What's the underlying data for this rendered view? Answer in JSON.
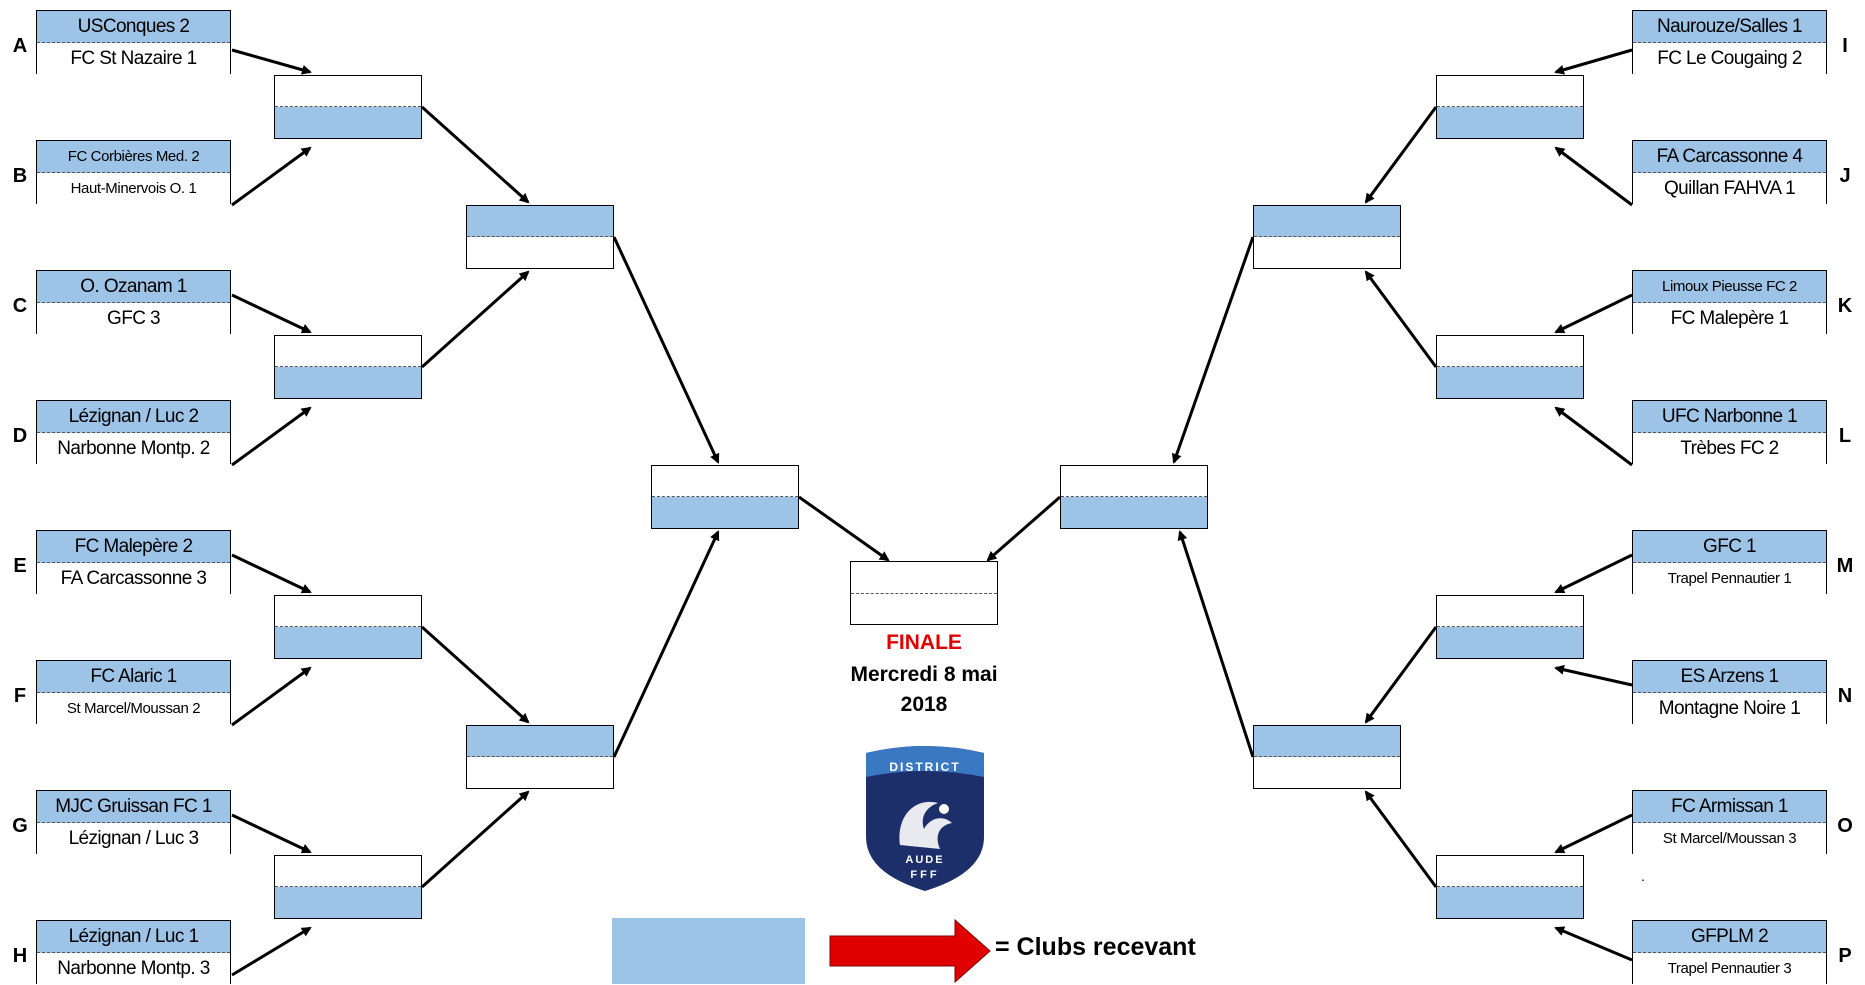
{
  "legend": {
    "text": "= Clubs recevant",
    "home_color": "#9dc3e6",
    "arrow_color": "#e00000"
  },
  "finale": {
    "title": "FINALE",
    "date_line1": "Mercredi 8 mai",
    "date_line2": "2018"
  },
  "logo": {
    "word_top": "DISTRICT",
    "word_mid": "AUDE",
    "word_bot": "FFF",
    "icon": "rooster-shield-icon"
  },
  "left": [
    {
      "letter": "A",
      "home": "USConques 2",
      "away": "FC St Nazaire 1"
    },
    {
      "letter": "B",
      "home": "FC Corbières Med. 2",
      "away": "Haut-Minervois O. 1"
    },
    {
      "letter": "C",
      "home": "O. Ozanam 1",
      "away": "GFC 3"
    },
    {
      "letter": "D",
      "home": "Lézignan / Luc 2",
      "away": "Narbonne Montp. 2"
    },
    {
      "letter": "E",
      "home": "FC Malepère 2",
      "away": "FA Carcassonne 3"
    },
    {
      "letter": "F",
      "home": "FC Alaric 1",
      "away": "St Marcel/Moussan 2"
    },
    {
      "letter": "G",
      "home": "MJC Gruissan FC 1",
      "away": "Lézignan / Luc 3"
    },
    {
      "letter": "H",
      "home": "Lézignan / Luc 1",
      "away": "Narbonne Montp. 3"
    }
  ],
  "right": [
    {
      "letter": "I",
      "home": "Naurouze/Salles 1",
      "away": "FC Le Cougaing 2"
    },
    {
      "letter": "J",
      "home": "FA Carcassonne 4",
      "away": "Quillan FAHVA 1"
    },
    {
      "letter": "K",
      "home": "Limoux Pieusse FC 2",
      "away": "FC Malepère 1"
    },
    {
      "letter": "L",
      "home": "UFC Narbonne 1",
      "away": "Trèbes FC 2"
    },
    {
      "letter": "M",
      "home": "GFC 1",
      "away": "Trapel Pennautier 1"
    },
    {
      "letter": "N",
      "home": "ES Arzens 1",
      "away": "Montagne Noire 1"
    },
    {
      "letter": "O",
      "home": "FC Armissan 1",
      "away": "St Marcel/Moussan 3"
    },
    {
      "letter": "P",
      "home": "GFPLM 2",
      "away": "Trapel Pennautier 3"
    }
  ],
  "dot": "."
}
